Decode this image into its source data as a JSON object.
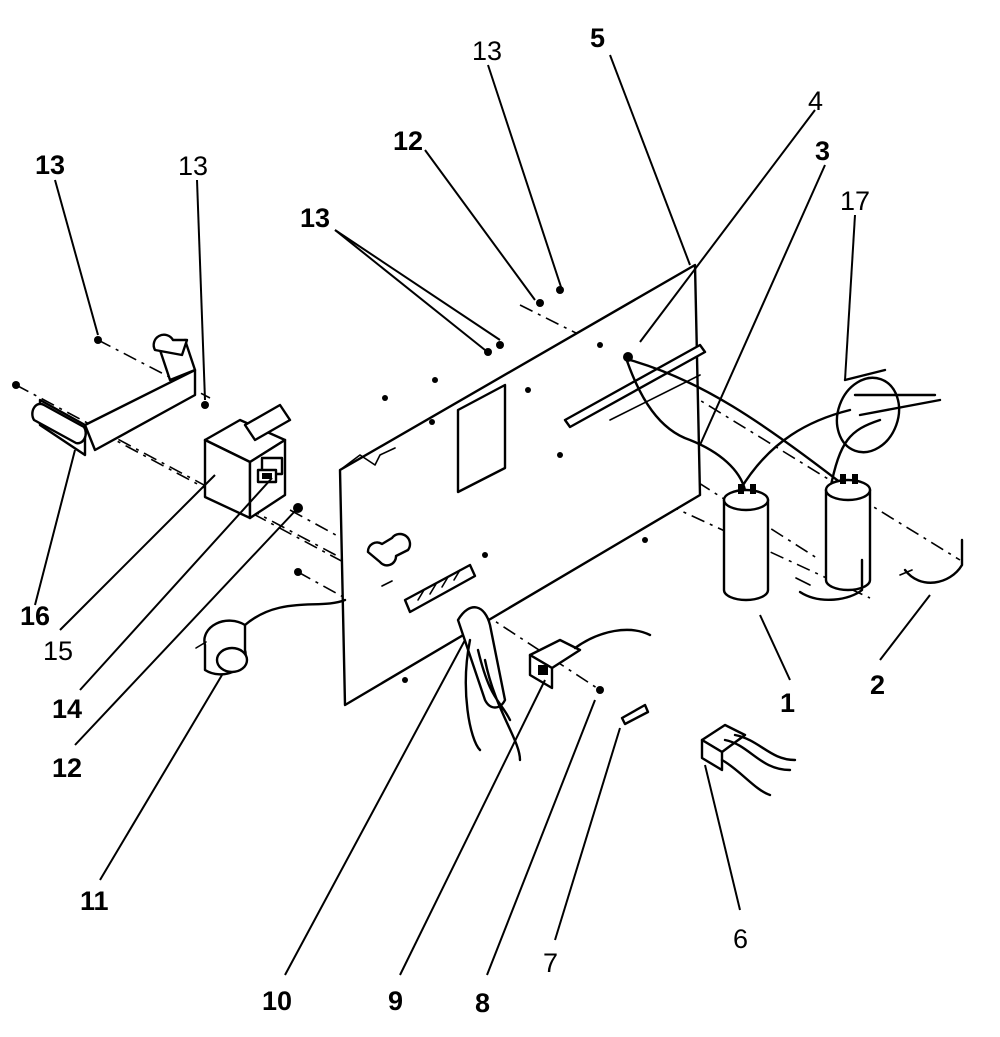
{
  "callouts": [
    {
      "id": "c1",
      "text": "1",
      "bold": true
    },
    {
      "id": "c2",
      "text": "2",
      "bold": true
    },
    {
      "id": "c3",
      "text": "3",
      "bold": true
    },
    {
      "id": "c4",
      "text": "4",
      "bold": false
    },
    {
      "id": "c5",
      "text": "5",
      "bold": true
    },
    {
      "id": "c6",
      "text": "6",
      "bold": false
    },
    {
      "id": "c7",
      "text": "7",
      "bold": false
    },
    {
      "id": "c8",
      "text": "8",
      "bold": true
    },
    {
      "id": "c9",
      "text": "9",
      "bold": true
    },
    {
      "id": "c10",
      "text": "10",
      "bold": true
    },
    {
      "id": "c11",
      "text": "11",
      "bold": true
    },
    {
      "id": "c12a",
      "text": "12",
      "bold": true
    },
    {
      "id": "c12b",
      "text": "12",
      "bold": true
    },
    {
      "id": "c13a",
      "text": "13",
      "bold": true
    },
    {
      "id": "c13b",
      "text": "13",
      "bold": false
    },
    {
      "id": "c13c",
      "text": "13",
      "bold": true
    },
    {
      "id": "c13d",
      "text": "13",
      "bold": false
    },
    {
      "id": "c14",
      "text": "14",
      "bold": true
    },
    {
      "id": "c15",
      "text": "15",
      "bold": false
    },
    {
      "id": "c16",
      "text": "16",
      "bold": true
    },
    {
      "id": "c17",
      "text": "17",
      "bold": false
    }
  ]
}
